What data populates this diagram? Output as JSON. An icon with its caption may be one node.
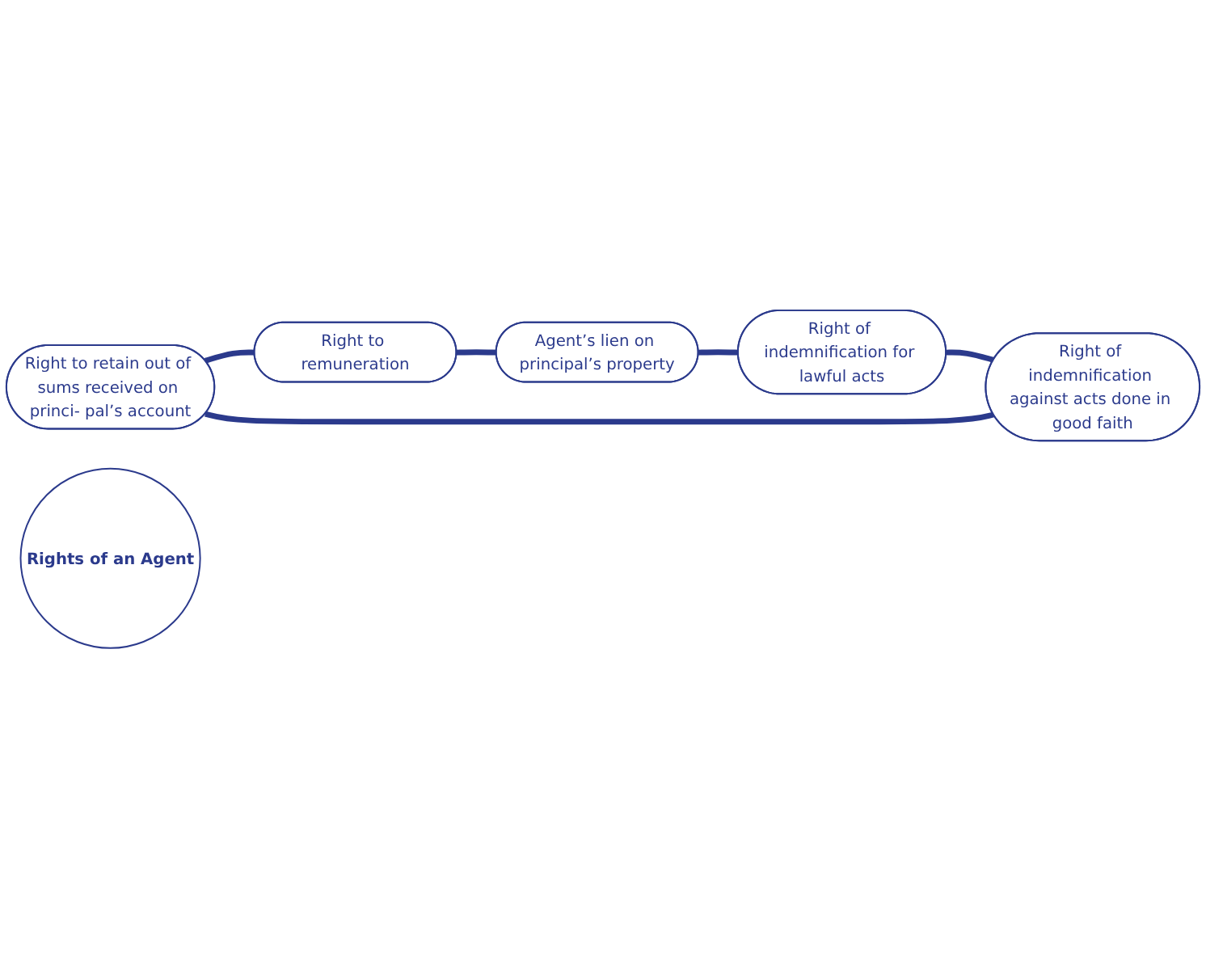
{
  "diagram": {
    "nodes": [
      {
        "text": [
          "Right to retain out of sums received on princi- pal’s account"
        ]
      },
      {
        "text": [
          "Right of indemnification against acts done in good faith"
        ]
      },
      {
        "text": [
          "Rights of an Agent"
        ]
      },
      {
        "text": [
          "Right to remuneration"
        ]
      },
      {
        "text": [
          "Right of indemnification for lawful acts"
        ]
      },
      {
        "text": [
          "Agent’s lien on principal’s property"
        ]
      }
    ],
    "edges": [
      {
        "from": 0,
        "to": 3,
        "arrow": "none"
      },
      {
        "from": 3,
        "to": 5,
        "arrow": "none"
      },
      {
        "from": 5,
        "to": 4,
        "arrow": "none"
      },
      {
        "from": 4,
        "to": 1,
        "arrow": "none"
      },
      {
        "from": 1,
        "to": 0,
        "arrow": "none"
      }
    ]
  }
}
